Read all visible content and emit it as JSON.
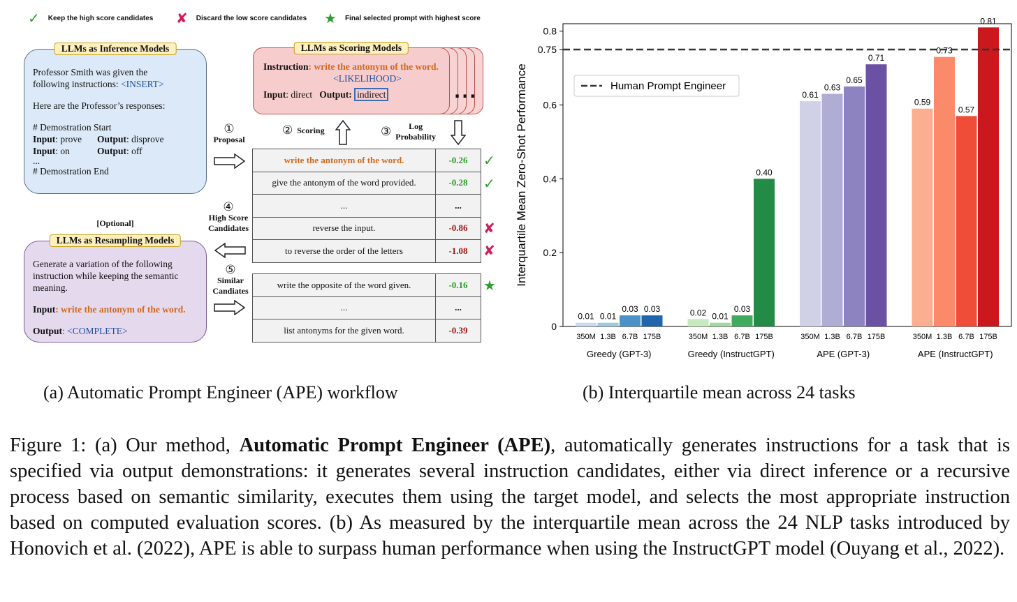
{
  "legend": {
    "keep": "Keep the high score candidates",
    "discard": "Discard the low score candidates",
    "final": "Final selected prompt with highest score",
    "colors": {
      "keep": "#2e9e2e",
      "discard": "#d01c5c",
      "final": "#2e9e2e"
    },
    "icons": {
      "keep": "check-icon",
      "discard": "cross-icon",
      "final": "star-icon"
    }
  },
  "inference": {
    "title": "LLMs as Inference Models",
    "line1": "Professor Smith was given the",
    "line2_pre": "following instructions: ",
    "insert_tag": "<INSERT>",
    "line3": "Here are the Professor’s responses:",
    "demo_start": "# Demostration Start",
    "r1_input_label": "Input",
    "r1_input": ": prove",
    "r1_output_label": "Output",
    "r1_output": ": disprove",
    "r2_input_label": "Input",
    "r2_input": ": on",
    "r2_output_label": "Output",
    "r2_output": ": off",
    "ellipsis": "...",
    "demo_end": "# Demostration End"
  },
  "scoring": {
    "title": "LLMs as Scoring Models",
    "instruction_label": "Instruction",
    "instruction_text": ": write the antonym of the word.",
    "likelihood_tag": "<LIKELIHOOD>",
    "input_label": "Input",
    "input_value": ": direct",
    "output_label": "Output",
    "output_value": "indirect",
    "more": "..."
  },
  "steps": {
    "s1_num": "①",
    "s1_label": "Proposal",
    "s2_num": "②",
    "s2_label": "Scoring",
    "s3_num": "③",
    "s3_label_1": "Log",
    "s3_label_2": "Probability",
    "s4_num": "④",
    "s4_label_1": "High Score",
    "s4_label_2": "Candidates",
    "s5_num": "⑤",
    "s5_label_1": "Similar",
    "s5_label_2": "Candiates"
  },
  "optional": "[Optional]",
  "resampling": {
    "title": "LLMs as Resampling Models",
    "line1": "Generate a variation of the following",
    "line2": "instruction while keeping the semantic",
    "line3": "meaning.",
    "input_label": "Input",
    "input_text": ": write the antonym of the word.",
    "output_label": "Output",
    "output_tag": ": <COMPLETE>"
  },
  "table1": [
    {
      "instruction": "write the antonym of the word.",
      "score": "-0.26",
      "mark": "✓"
    },
    {
      "instruction": "give the antonym of the word provided.",
      "score": "-0.28",
      "mark": "✓"
    },
    {
      "instruction": "...",
      "score": "...",
      "mark": ""
    },
    {
      "instruction": "reverse the input.",
      "score": "-0.86",
      "mark": "✘"
    },
    {
      "instruction": "to reverse the order of the letters",
      "score": "-1.08",
      "mark": "✘"
    }
  ],
  "table2": [
    {
      "instruction": "write the opposite of the word given.",
      "score": "-0.16",
      "mark": "★"
    },
    {
      "instruction": "...",
      "score": "...",
      "mark": ""
    },
    {
      "instruction": "list antonyms for the given word.",
      "score": "-0.39",
      "mark": ""
    }
  ],
  "caption_a": "(a) Automatic Prompt Engineer (APE) workflow",
  "caption_b": "(b) Interquartile mean across 24 tasks",
  "figure_caption": {
    "prefix": "Figure 1: (a) Our method, ",
    "bold": "Automatic Prompt Engineer (APE)",
    "rest": ", automatically generates instructions for a task that is specified via output demonstrations: it generates several instruction candidates, either via direct inference or a recursive process based on semantic similarity, executes them using the target model, and selects the most appropriate instruction based on computed evaluation scores. (b) As measured by the interquartile mean across the 24 NLP tasks introduced by Honovich et al. (2022), APE is able to surpass human performance when using the InstructGPT model (Ouyang et al., 2022)."
  },
  "chart_data": {
    "type": "bar",
    "ylabel": "Interquartile Mean Zero-Shot Performance",
    "ylim": [
      0,
      0.82
    ],
    "yticks": [
      "0",
      "0.2",
      "0.4",
      "0.6",
      "0.75",
      "0.8"
    ],
    "ytick_values": [
      0,
      0.2,
      0.4,
      0.6,
      0.75,
      0.8
    ],
    "size_labels": [
      "350M",
      "1.3B",
      "6.7B",
      "175B"
    ],
    "reference_line": {
      "label": "Human Prompt Engineer",
      "value": 0.75
    },
    "groups": [
      {
        "name": "Greedy (GPT-3)",
        "values": [
          0.01,
          0.01,
          0.03,
          0.03
        ],
        "labels": [
          "0.01",
          "0.01",
          "0.03",
          "0.03"
        ],
        "colors": [
          "#c6dbef",
          "#9ecae1",
          "#4a92c8",
          "#2166ac"
        ]
      },
      {
        "name": "Greedy (InstructGPT)",
        "values": [
          0.02,
          0.01,
          0.03,
          0.4
        ],
        "labels": [
          "0.02",
          "0.01",
          "0.03",
          "0.40"
        ],
        "colors": [
          "#c7e9c0",
          "#a1d99b",
          "#41ab5d",
          "#238b45"
        ]
      },
      {
        "name": "APE (GPT-3)",
        "values": [
          0.61,
          0.63,
          0.65,
          0.71
        ],
        "labels": [
          "0.61",
          "0.63",
          "0.65",
          "0.71"
        ],
        "colors": [
          "#d0d1e6",
          "#b0add4",
          "#8d83c0",
          "#6a51a3"
        ]
      },
      {
        "name": "APE (InstructGPT)",
        "values": [
          0.59,
          0.73,
          0.57,
          0.81
        ],
        "labels": [
          "0.59",
          "0.73",
          "0.57",
          "0.81"
        ],
        "colors": [
          "#fcae91",
          "#fb8a6a",
          "#ef4d38",
          "#cb181d"
        ]
      }
    ],
    "legend_placement": "upper-left",
    "grid": false
  }
}
